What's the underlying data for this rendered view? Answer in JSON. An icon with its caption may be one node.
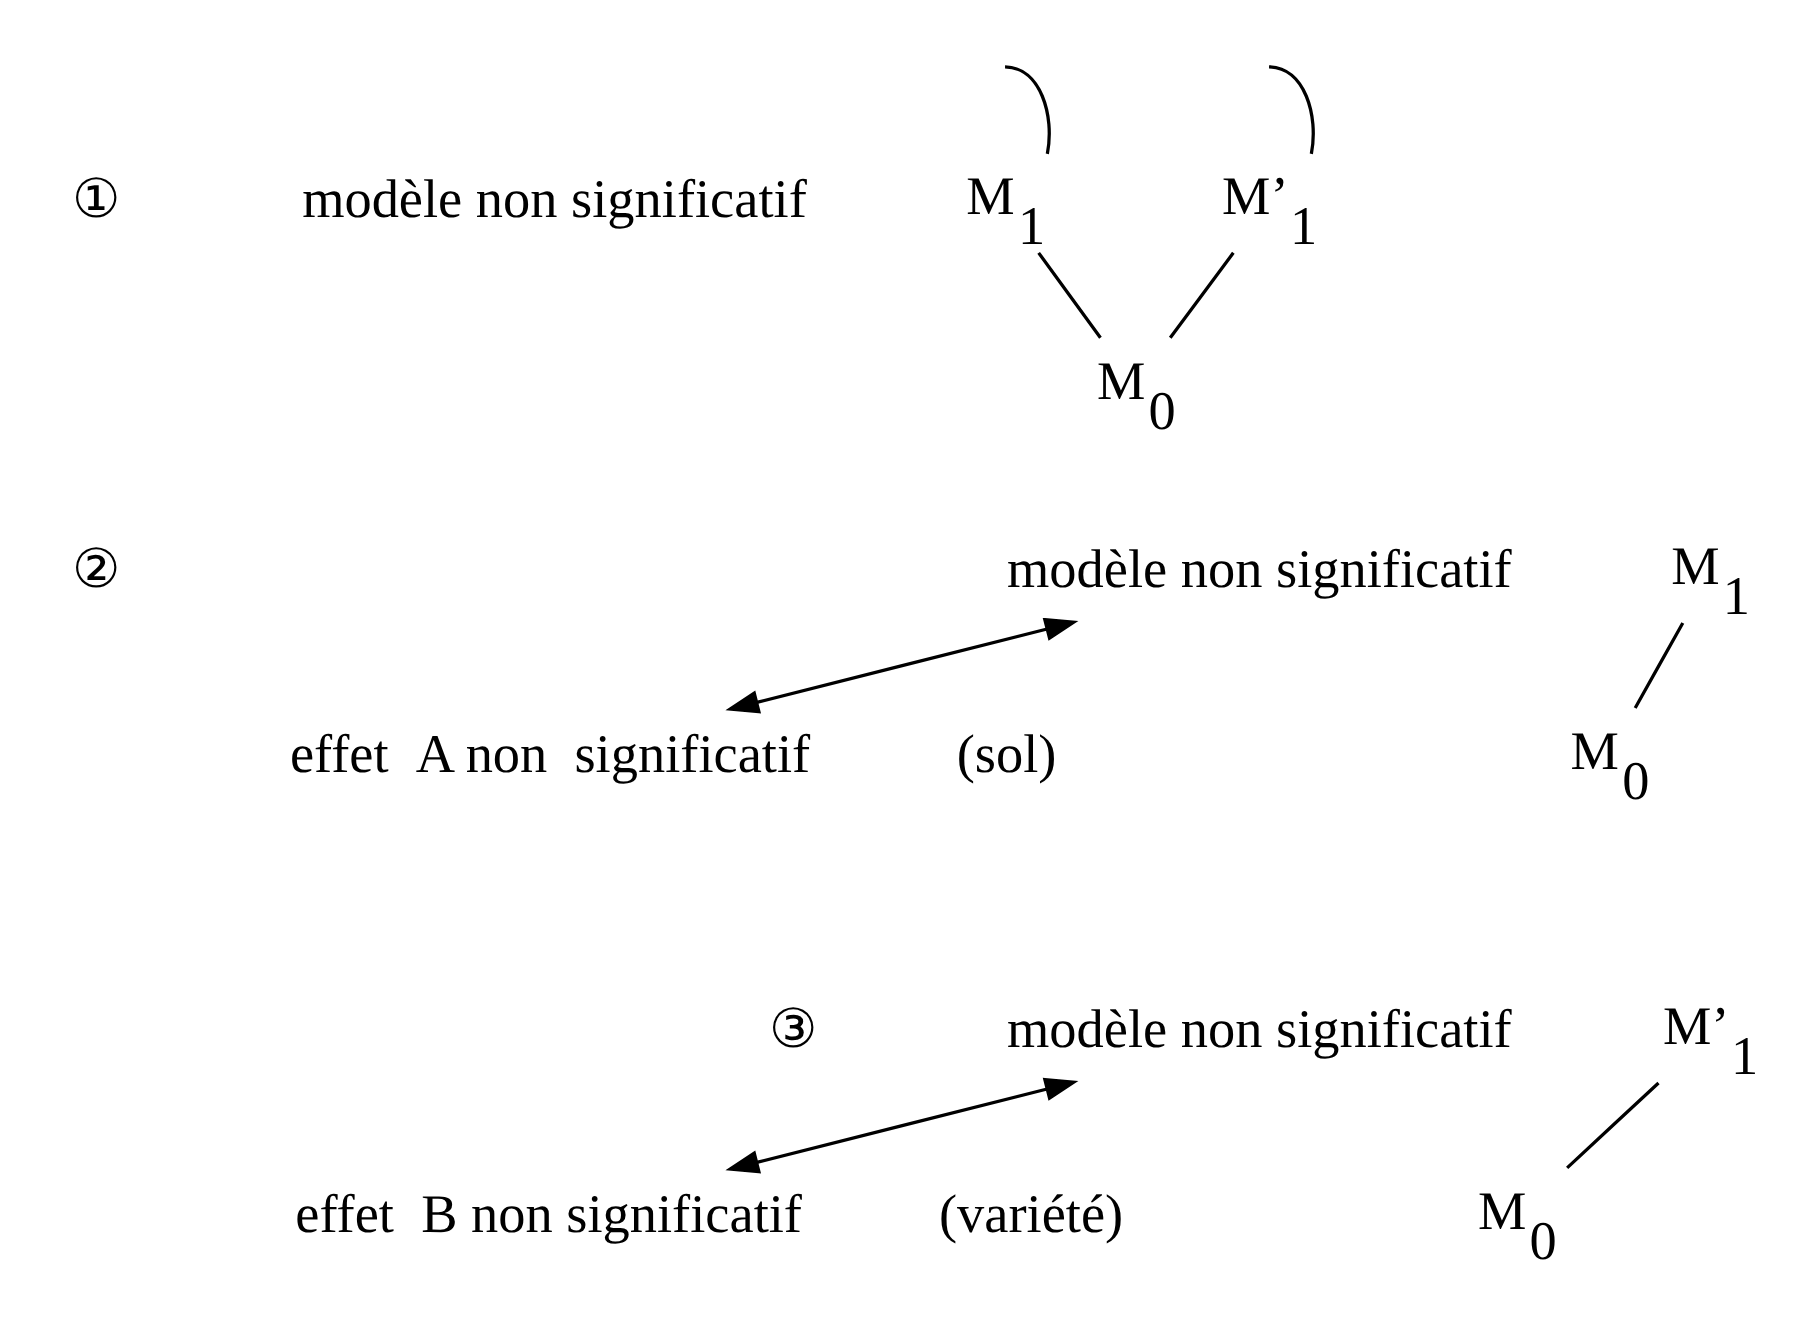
{
  "diagram": {
    "nodes": [
      {
        "text": [
          "M$_{1}$"
        ]
      },
      {
        "text": [
          "M’$_{1}$"
        ]
      },
      {
        "text": [
          "M$_{0}$"
        ]
      },
      {
        "text": [
          "modèle non significatif"
        ]
      },
      {
        "text": [
          "effet  A non  significatif"
        ]
      },
      {
        "text": [
          "M$_{1}$"
        ]
      },
      {
        "text": [
          "M$_{0}$"
        ]
      },
      {
        "text": [
          "modèle non significatif"
        ]
      },
      {
        "text": [
          "effet  B non significatif"
        ]
      },
      {
        "text": [
          "M’$_{1}$"
        ]
      },
      {
        "text": [
          "M$_{0}$"
        ]
      }
    ],
    "edges": [
      {
        "from": 0,
        "to": null,
        "arrow": "none"
      },
      {
        "from": 1,
        "to": null,
        "arrow": "none"
      },
      {
        "from": 0,
        "to": 2,
        "arrow": "none"
      },
      {
        "from": 1,
        "to": 2,
        "arrow": "none"
      },
      {
        "from": 3,
        "to": 4,
        "arrow": "both"
      },
      {
        "from": 5,
        "to": 6,
        "arrow": "none"
      },
      {
        "from": 7,
        "to": 8,
        "arrow": "both"
      },
      {
        "from": 9,
        "to": 10,
        "arrow": "none"
      }
    ],
    "labels": [
      "①",
      "modèle non significatif",
      "②",
      "(sol)",
      "③",
      "(variété)"
    ]
  }
}
